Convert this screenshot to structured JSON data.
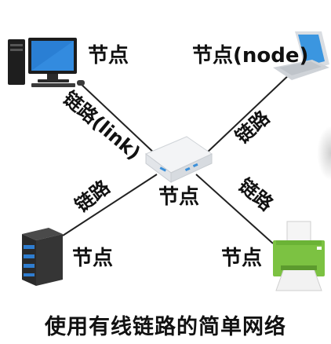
{
  "diagram": {
    "nodes": {
      "computer": {
        "label": "节点",
        "icon": "desktop-computer-icon"
      },
      "laptop": {
        "label": "节点(node)",
        "icon": "laptop-icon"
      },
      "router": {
        "label": "节点",
        "icon": "router-icon"
      },
      "server": {
        "label": "节点",
        "icon": "server-icon"
      },
      "printer": {
        "label": "节点",
        "icon": "printer-icon"
      }
    },
    "links": {
      "top_left": "链路(link)",
      "top_right": "链路",
      "bottom_left": "链路",
      "bottom_right": "链路"
    },
    "caption": "使用有线链路的简单网络"
  },
  "colors": {
    "screen_blue": "#2a7fd4",
    "device_dark": "#2b2b2b",
    "printer_green": "#7cc242",
    "line": "#222222"
  }
}
